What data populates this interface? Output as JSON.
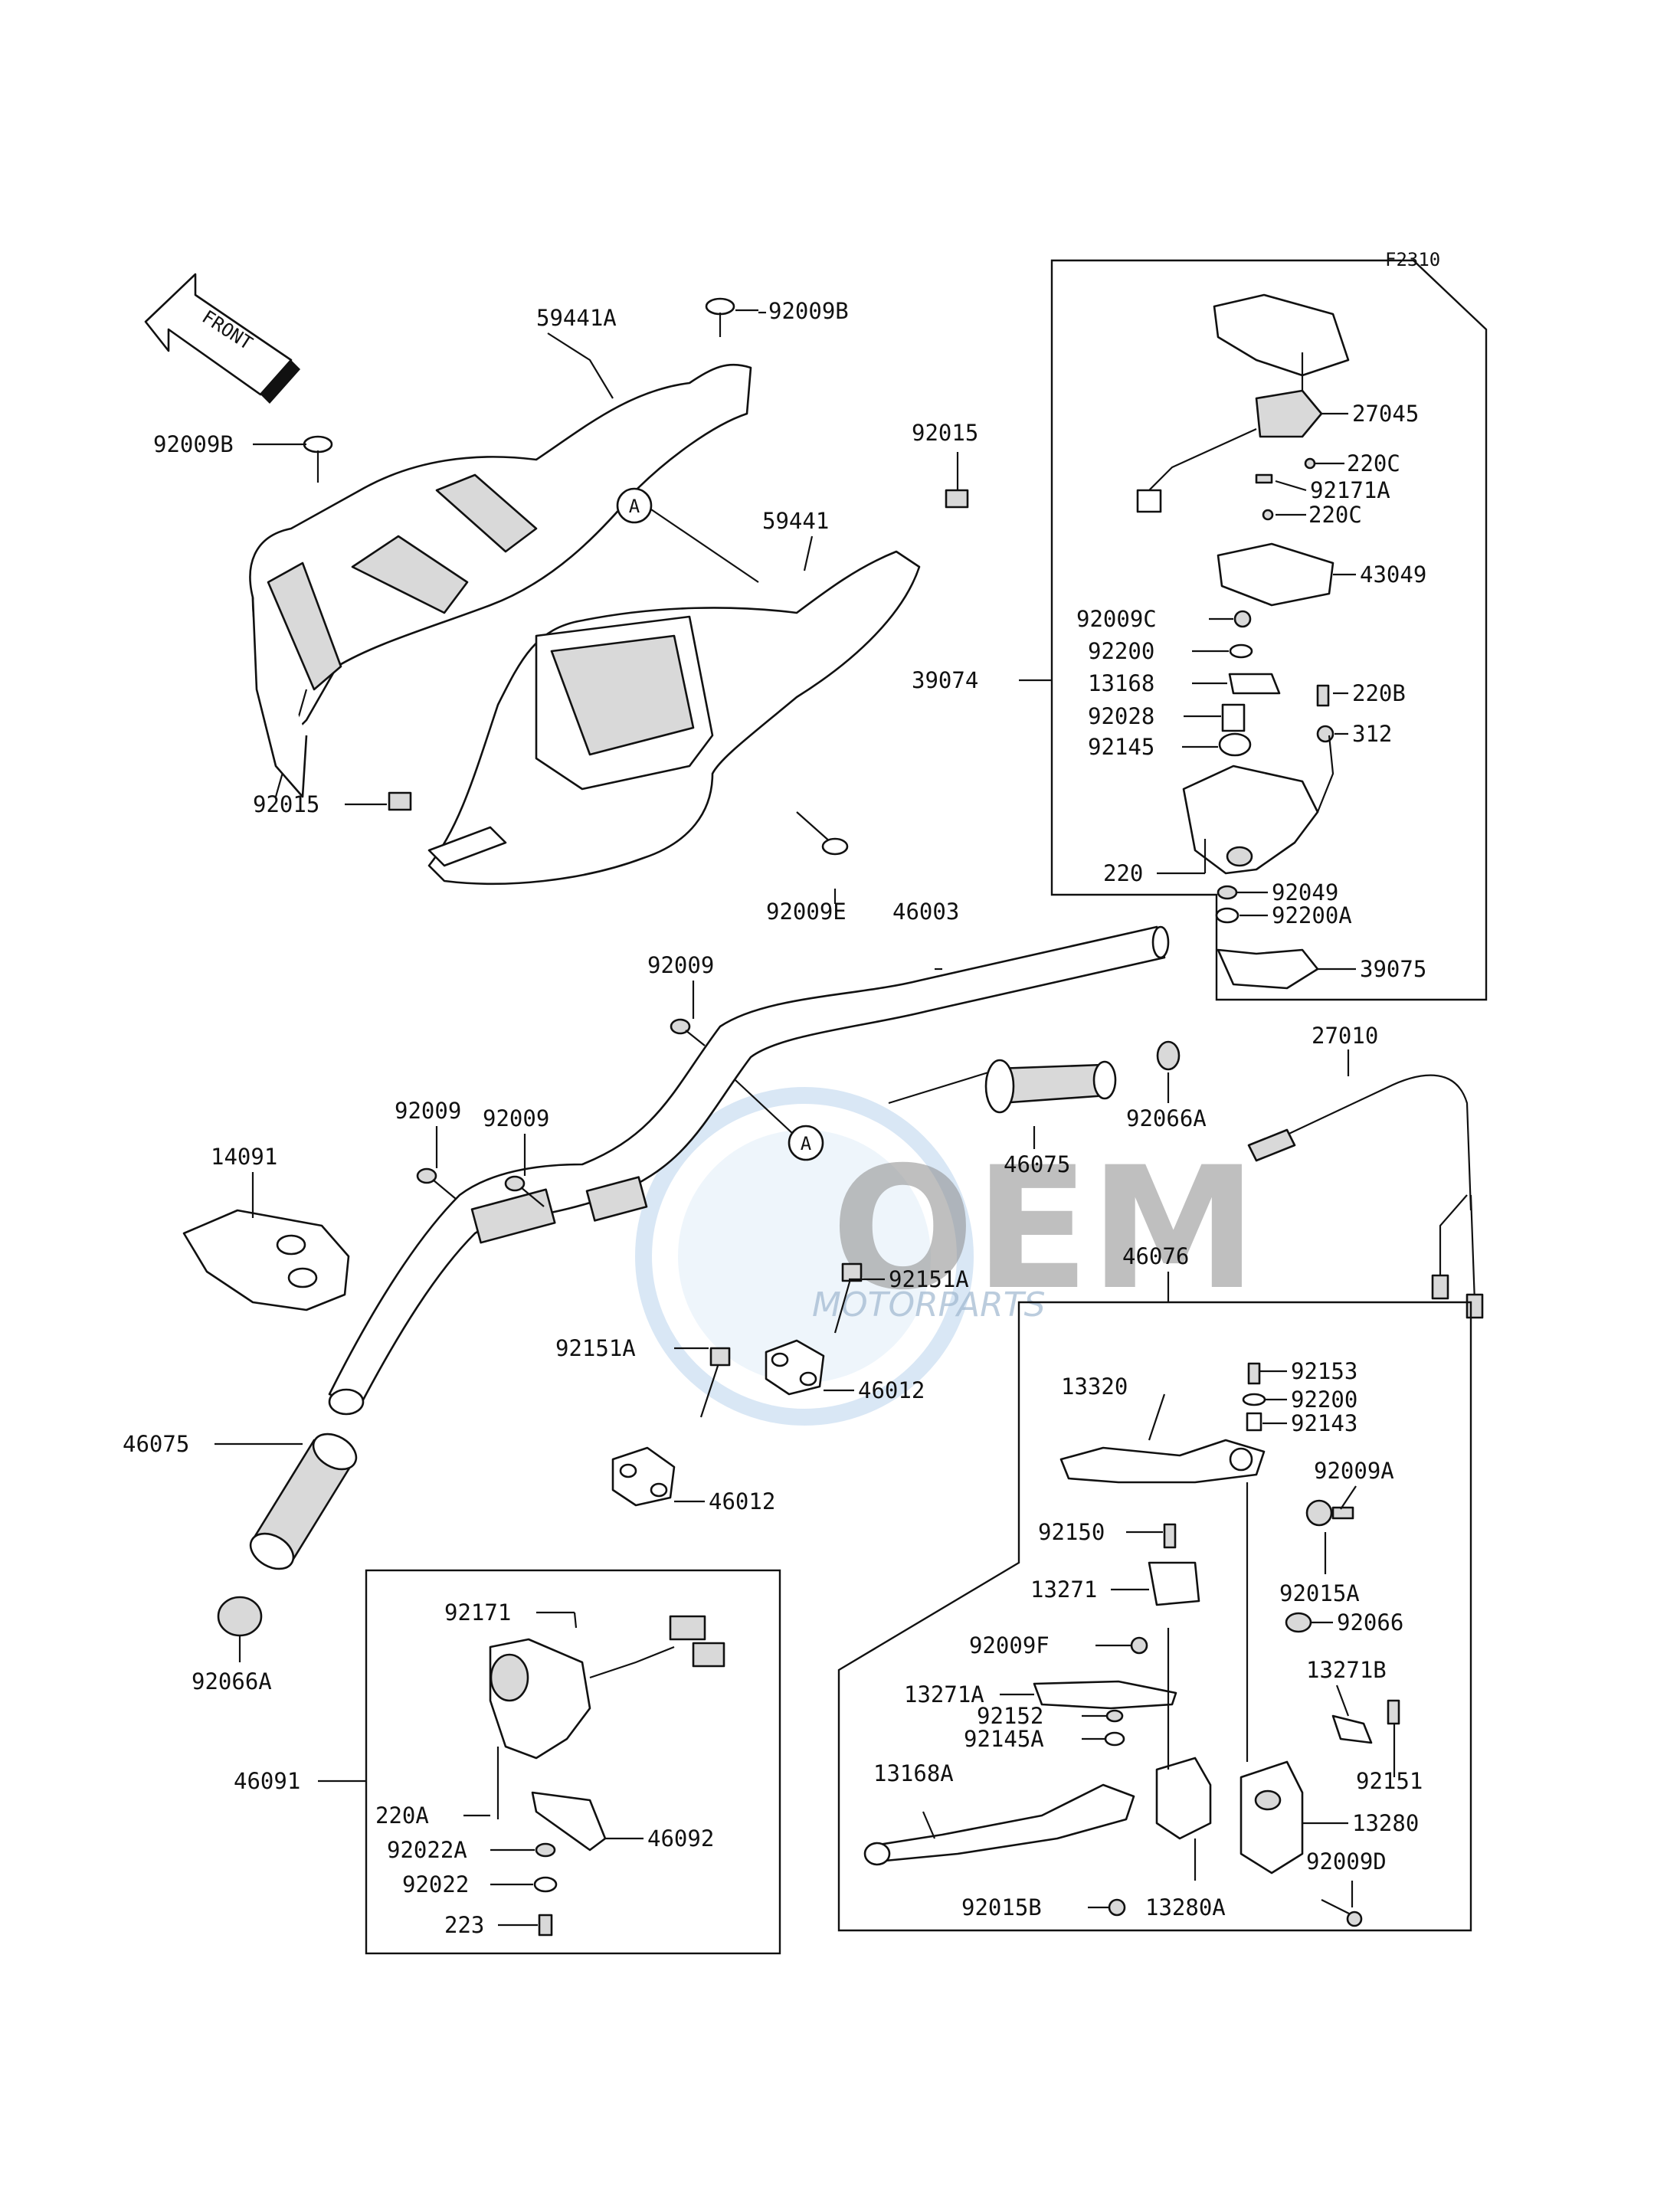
{
  "figure_code": "F2310",
  "direction_label": "FRONT",
  "watermark": {
    "brand": "OEM",
    "tagline": "MOTORPARTS"
  },
  "callout_marker": "A",
  "parts": {
    "p59441A": "59441A",
    "p92009B_top": "92009B",
    "p92009B_left": "92009B",
    "p92015_top": "92015",
    "p59441": "59441",
    "p92015_left": "92015",
    "p92009E": "92009E",
    "p46003": "46003",
    "p92009_top": "92009",
    "p92009_mid1": "92009",
    "p92009_mid2": "92009",
    "p14091": "14091",
    "p46075_left": "46075",
    "p92066A_left": "92066A",
    "p92151A_right": "92151A",
    "p92151A_left": "92151A",
    "p46012_right": "46012",
    "p46012_left": "46012",
    "p46075_right": "46075",
    "p92066A_right": "92066A",
    "p27010": "27010",
    "p27045": "27045",
    "p220C_a": "220C",
    "p92171A": "92171A",
    "p220C_b": "220C",
    "p43049": "43049",
    "p92009C": "92009C",
    "p92200_top": "92200",
    "p13168": "13168",
    "p220B": "220B",
    "p39074": "39074",
    "p92028": "92028",
    "p312": "312",
    "p92145": "92145",
    "p220": "220",
    "p92049": "92049",
    "p92200A": "92200A",
    "p39075": "39075",
    "p46076": "46076",
    "p92153": "92153",
    "p13320": "13320",
    "p92200_mid": "92200",
    "p92143": "92143",
    "p92009A": "92009A",
    "p92150": "92150",
    "p13271": "13271",
    "p92015A": "92015A",
    "p92066": "92066",
    "p92009F": "92009F",
    "p13271B": "13271B",
    "p13271A": "13271A",
    "p92152": "92152",
    "p92145A": "92145A",
    "p92151": "92151",
    "p13168A": "13168A",
    "p13280": "13280",
    "p92009D": "92009D",
    "p92015B": "92015B",
    "p13280A": "13280A",
    "p92171": "92171",
    "p46091": "46091",
    "p220A": "220A",
    "p92022A": "92022A",
    "p46092": "46092",
    "p92022": "92022",
    "p223": "223"
  }
}
